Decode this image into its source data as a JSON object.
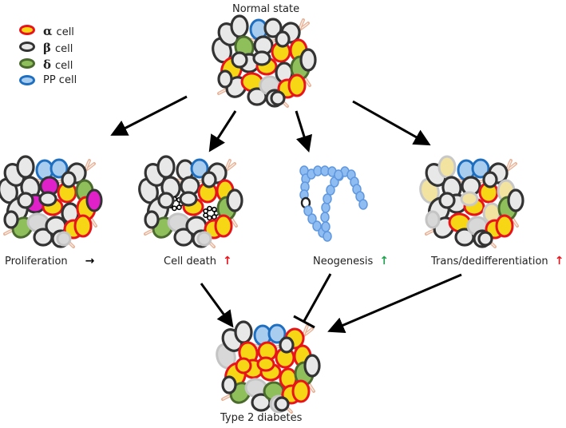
{
  "colors": {
    "alpha_border": "#e8141c",
    "alpha_fill": "#f6d615",
    "beta_border": "#333333",
    "beta_fill": "#e8e8e8",
    "delta_border": "#4a6a2e",
    "delta_fill": "#8fbf5a",
    "pp_border": "#1f6fc1",
    "pp_fill": "#a8cdef",
    "neogenesis_cell": "#8fbdf2",
    "vessel": "#e8b49a",
    "proliferating_cell": "#e020c8",
    "dedifferentiated_cell": "#f2e3a0",
    "up_red": "#e8141c",
    "up_green": "#21a050"
  },
  "legend": [
    {
      "greek": "α",
      "text": "cell",
      "type": "alpha"
    },
    {
      "greek": "β",
      "text": "cell",
      "type": "beta"
    },
    {
      "greek": "δ",
      "text": "cell",
      "type": "delta"
    },
    {
      "greek": "",
      "text": "PP cell",
      "type": "pp"
    }
  ],
  "labels": {
    "normal": "Normal state",
    "proliferation": "Proliferation",
    "proliferation_indicator": "→",
    "cell_death": "Cell death",
    "cell_death_indicator": "↑",
    "neogenesis": "Neogenesis",
    "neogenesis_indicator": "↑",
    "trans": "Trans/dedifferentiation",
    "trans_indicator": "↑",
    "t2d": "Type 2 diabetes"
  }
}
